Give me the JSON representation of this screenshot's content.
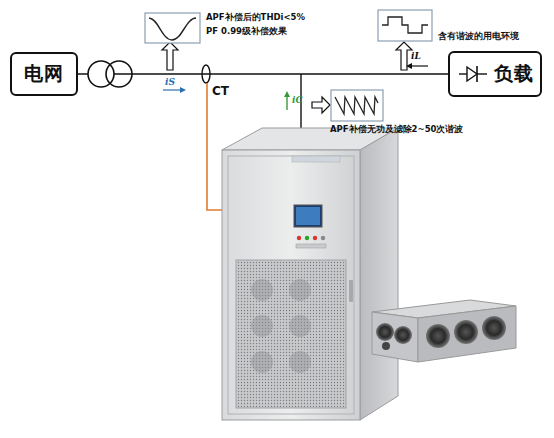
{
  "diagram": {
    "nodes": [
      {
        "text": [
          "电网"
        ]
      },
      {
        "text": [
          "负载"
        ]
      }
    ],
    "edges": [
      {
        "from": 0,
        "to": 1,
        "arrow": "none"
      }
    ],
    "labels": [
      "CT",
      "APF补偿后的THDi<5%",
      "PF 0.99级补偿效果",
      "含有谐波的用电环境",
      "APF补偿无功及滤除2~50次谐波",
      "iS",
      "iL",
      "iC"
    ]
  }
}
